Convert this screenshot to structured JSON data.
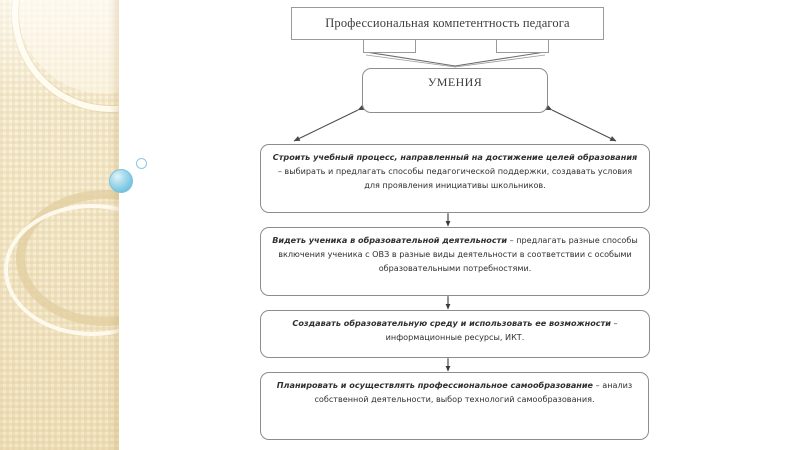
{
  "slide": {
    "background_color": "#ffffff",
    "sidebar": {
      "name": "decorative-sidebar",
      "base_color": "#f7eed4",
      "accent_color": "#e2cda0",
      "sphere_color": "#79c6e3"
    }
  },
  "diagram": {
    "type": "flowchart",
    "title_box": {
      "text": "Профессиональная компетентность педагога"
    },
    "umeniya_box": {
      "text": "УМЕНИЯ"
    },
    "items": [
      {
        "lead": "Строить учебный процесс, направленный на достижение целей образования",
        "rest": " – выбирать и предлагать способы педагогической поддержки, создавать условия для проявления инициативы школьников."
      },
      {
        "lead": "Видеть ученика в образовательной деятельности",
        "rest": " – предлагать разные способы включения ученика с ОВЗ  в разные виды деятельности в соответствии с особыми образовательными потребностями."
      },
      {
        "lead": "Создавать образовательную среду и использовать ее возможности",
        "rest": " – информационные ресурсы, ИКТ."
      },
      {
        "lead": "Планировать и осуществлять профессиональное самообразование",
        "rest": " – анализ собственной деятельности, выбор технологий самообразования."
      }
    ]
  }
}
